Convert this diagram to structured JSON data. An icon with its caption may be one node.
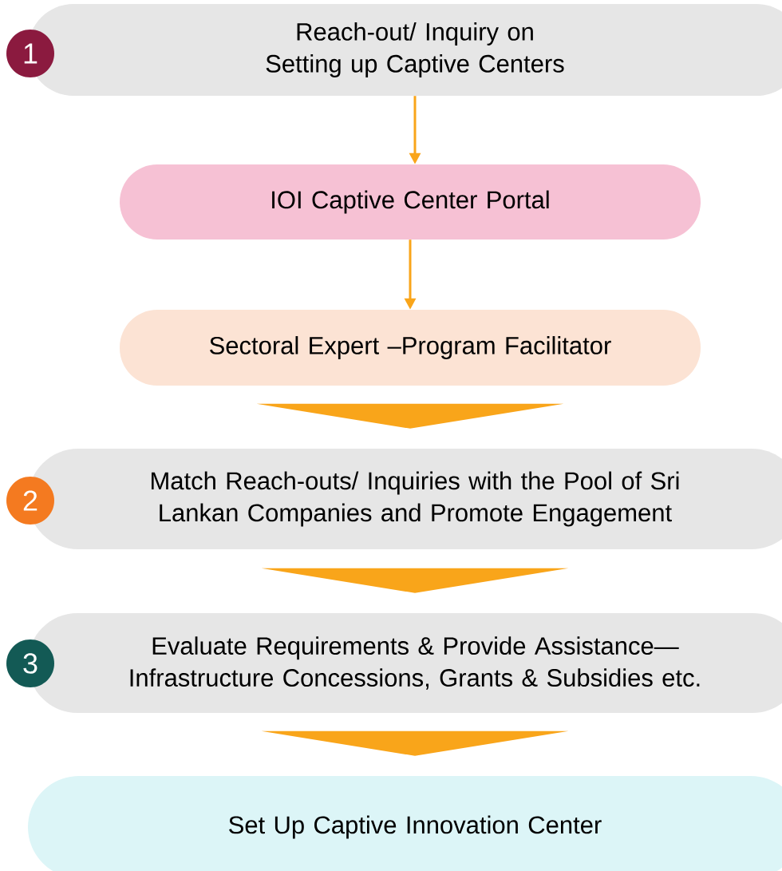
{
  "diagram": {
    "nodes": [
      {
        "text": [
          "1"
        ]
      },
      {
        "text": [
          "Reach-out/ Inquiry on Setting up Captive Centers"
        ]
      },
      {
        "text": [
          "IOI Captive Center Portal"
        ]
      },
      {
        "text": [
          "Sectoral Expert –Program Facilitator"
        ]
      },
      {
        "text": [
          "2"
        ]
      },
      {
        "text": [
          "Match Reach-outs/ Inquiries with the Pool of Sri Lankan Companies and Promote Engagement"
        ]
      },
      {
        "text": [
          "3"
        ]
      },
      {
        "text": [
          "Evaluate Requirements & Provide Assistance— Infrastructure Concessions, Grants & Subsidies etc."
        ]
      },
      {
        "text": [
          "Set Up Captive Innovation Center"
        ]
      }
    ],
    "edges": [
      {
        "from": 1,
        "to": 2,
        "arrow": "to"
      },
      {
        "from": 2,
        "to": 3,
        "arrow": "to"
      },
      {
        "from": 3,
        "to": 5,
        "arrow": "to",
        "style": "thick"
      },
      {
        "from": 5,
        "to": 7,
        "arrow": "to",
        "style": "thick"
      },
      {
        "from": 7,
        "to": 8,
        "arrow": "to",
        "style": "thick"
      }
    ]
  }
}
